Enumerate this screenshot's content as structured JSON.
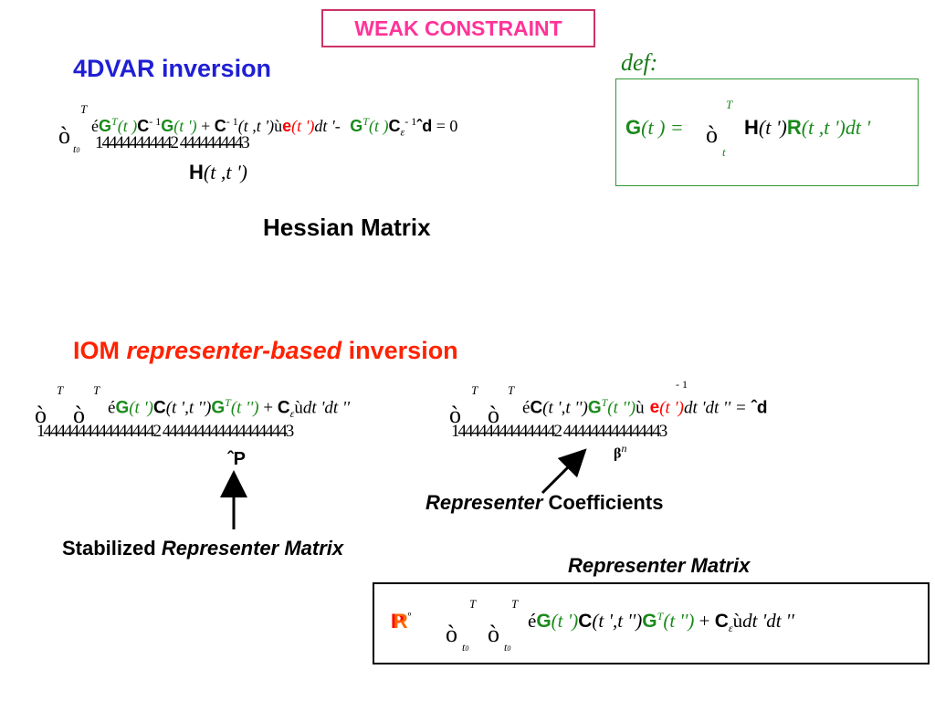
{
  "header": {
    "title_box": "WEAK CONSTRAINT"
  },
  "section_4dvar": {
    "heading": "4DVAR inversion",
    "label_hessian": "Hessian Matrix",
    "eq": {
      "integral": "ò",
      "upper": "T",
      "lower": "t",
      "lower_sub": "0",
      "bracket": "é",
      "G_sup": "G",
      "T_sup": "T",
      "t_paren": "(t )",
      "C": "C",
      "inv": "- 1",
      "G2": "G",
      "tprime": "(t ')",
      "plus": " + ",
      "C2": "C",
      "inv2": "- 1",
      "ttprime": "(t ,t ')",
      "close": "ù",
      "e": "e",
      "etprime": "(t ')",
      "dt": "dt '-",
      "G3": "G",
      "T3": "T",
      "t3": "(t )",
      "C3": "C",
      "eps": "ε",
      "inv3": "- 1",
      "hat": "ˆ",
      "d": "d",
      "eqzero": "= 0",
      "underbrace": "144444444442 4444444443",
      "H": "H",
      "Htt": "(t ,t ')"
    }
  },
  "definition": {
    "label": "def:",
    "G": "G",
    "Gt": "(t ) =",
    "integral": "ò",
    "upper": "T",
    "lower": "t",
    "H": "H",
    "Htp": "(t ')",
    "R": "R",
    "Rtt": "(t ,t ')",
    "dt": "dt '"
  },
  "section_iom": {
    "heading_pre": "IOM",
    "heading_em": "representer-based",
    "heading_post": "inversion",
    "eq_left": {
      "int1": "ò",
      "int2": "ò",
      "T1": "T",
      "T2": "T",
      "bracket": "é",
      "G": "G",
      "tp": "(t ')",
      "C": "C",
      "tpp": "(t ',t '')",
      "G2": "G",
      "T": "T",
      "tpp2": "(t '')",
      "plus": " + ",
      "Ce": "C",
      "eps": "ε",
      "close": "ù",
      "dt": "dt 'dt ''",
      "underbrace": "144444444444444442 4444444444444444443",
      "P": "P",
      "hat": "ˆ"
    },
    "eq_right": {
      "int1": "ò",
      "int2": "ò",
      "T1": "T",
      "T2": "T",
      "bracket": "é",
      "C": "C",
      "tpp": "(t ',t '')",
      "G": "G",
      "T": "T",
      "tpp2": "(t '')",
      "close": "ù",
      "e": "e",
      "etp": "(t ')",
      "dt": "dt 'dt '' =",
      "hat": "ˆ",
      "d": "d",
      "inv_sup": "- 1",
      "underbrace": "1444444444444442 444444444444443",
      "beta": "β",
      "n": "n"
    },
    "label_representer_coeff_em": "Representer",
    "label_representer_coeff": "Coefficients",
    "label_stabilized_pre": "Stabilized",
    "label_stabilized_em": "Representer Matrix",
    "label_representer_matrix": "Representer Matrix"
  },
  "representer_box": {
    "P": "P",
    "R": "R",
    "sup": "º",
    "int1": "ò",
    "int2": "ò",
    "T1": "T",
    "T2": "T",
    "lower1": "t",
    "lower1_sub": "0",
    "lower2": "t",
    "lower2_sub": "0",
    "bracket": "é",
    "G": "G",
    "tp": "(t ')",
    "C": "C",
    "tpp": "(t ',t '')",
    "G2": "G",
    "T": "T",
    "tpp2": "(t '')",
    "plus": " + ",
    "Ce": "C",
    "eps": "ε",
    "close": "ù",
    "dt": "dt 'dt ''"
  }
}
